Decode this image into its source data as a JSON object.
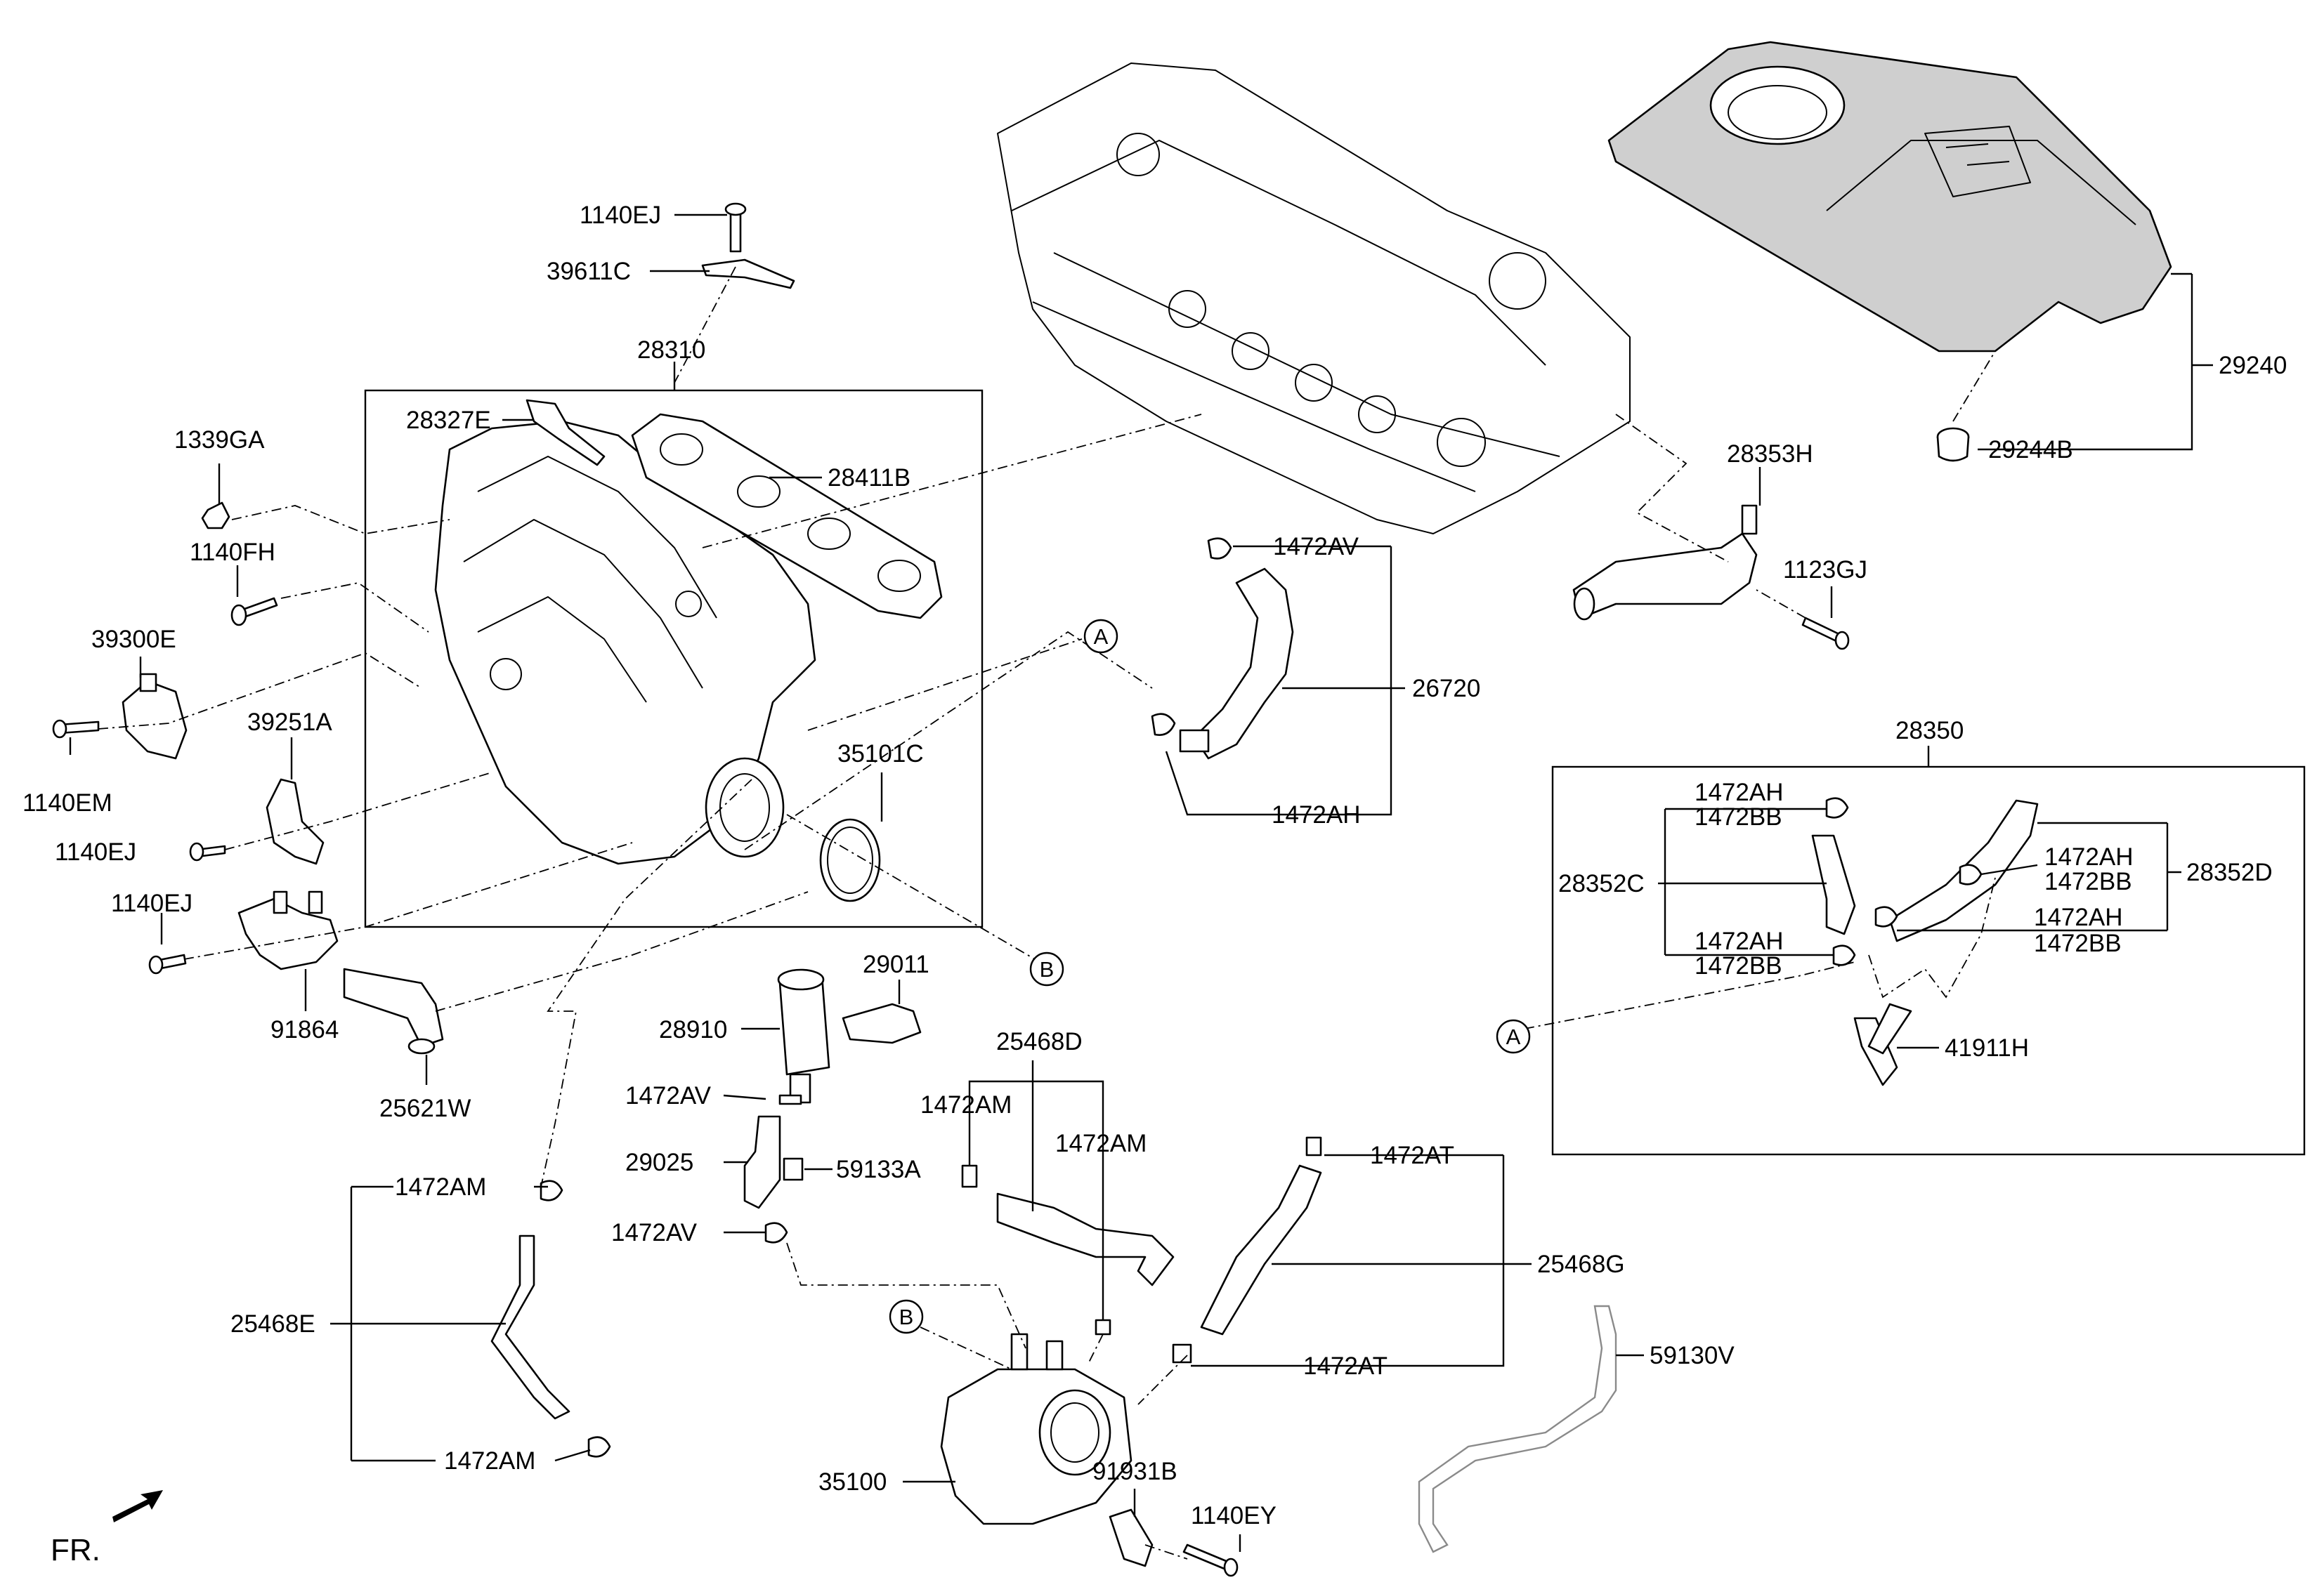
{
  "labels": {
    "p1140EJ_a": "1140EJ",
    "p39611C": "39611C",
    "p28310": "28310",
    "p28327E": "28327E",
    "p28411B": "28411B",
    "p1339GA": "1339GA",
    "p1140FH": "1140FH",
    "p39300E": "39300E",
    "p1140EM": "1140EM",
    "p39251A": "39251A",
    "p1140EJ_b": "1140EJ",
    "p1140EJ_c": "1140EJ",
    "p91864": "91864",
    "p25621W": "25621W",
    "p35101C": "35101C",
    "p1472AV_a": "1472AV",
    "p26720": "26720",
    "p1472AH_a": "1472AH",
    "p29240": "29240",
    "p29244B": "29244B",
    "p28353H": "28353H",
    "p1123GJ": "1123GJ",
    "p28350": "28350",
    "p1472AH_b": "1472AH",
    "p1472BB_b": "1472BB",
    "p28352C": "28352C",
    "p1472AH_c": "1472AH",
    "p1472BB_c": "1472BB",
    "p1472AH_d": "1472AH",
    "p1472BB_d": "1472BB",
    "p28352D": "28352D",
    "p1472AH_e": "1472AH",
    "p1472BB_e": "1472BB",
    "p41911H": "41911H",
    "p29011": "29011",
    "p28910": "28910",
    "p1472AV_b": "1472AV",
    "p29025": "29025",
    "p59133A": "59133A",
    "p1472AV_c": "1472AV",
    "p25468D": "25468D",
    "p1472AM_a": "1472AM",
    "p1472AM_b": "1472AM",
    "p1472AT_a": "1472AT",
    "p25468G": "25468G",
    "p1472AT_b": "1472AT",
    "p59130V": "59130V",
    "p1472AM_c": "1472AM",
    "p25468E": "25468E",
    "p1472AM_d": "1472AM",
    "p35100": "35100",
    "p91931B": "91931B",
    "p1140EY": "1140EY"
  },
  "refs": {
    "a1": "A",
    "b1": "B",
    "a2": "A",
    "b2": "B"
  },
  "fr": "FR."
}
